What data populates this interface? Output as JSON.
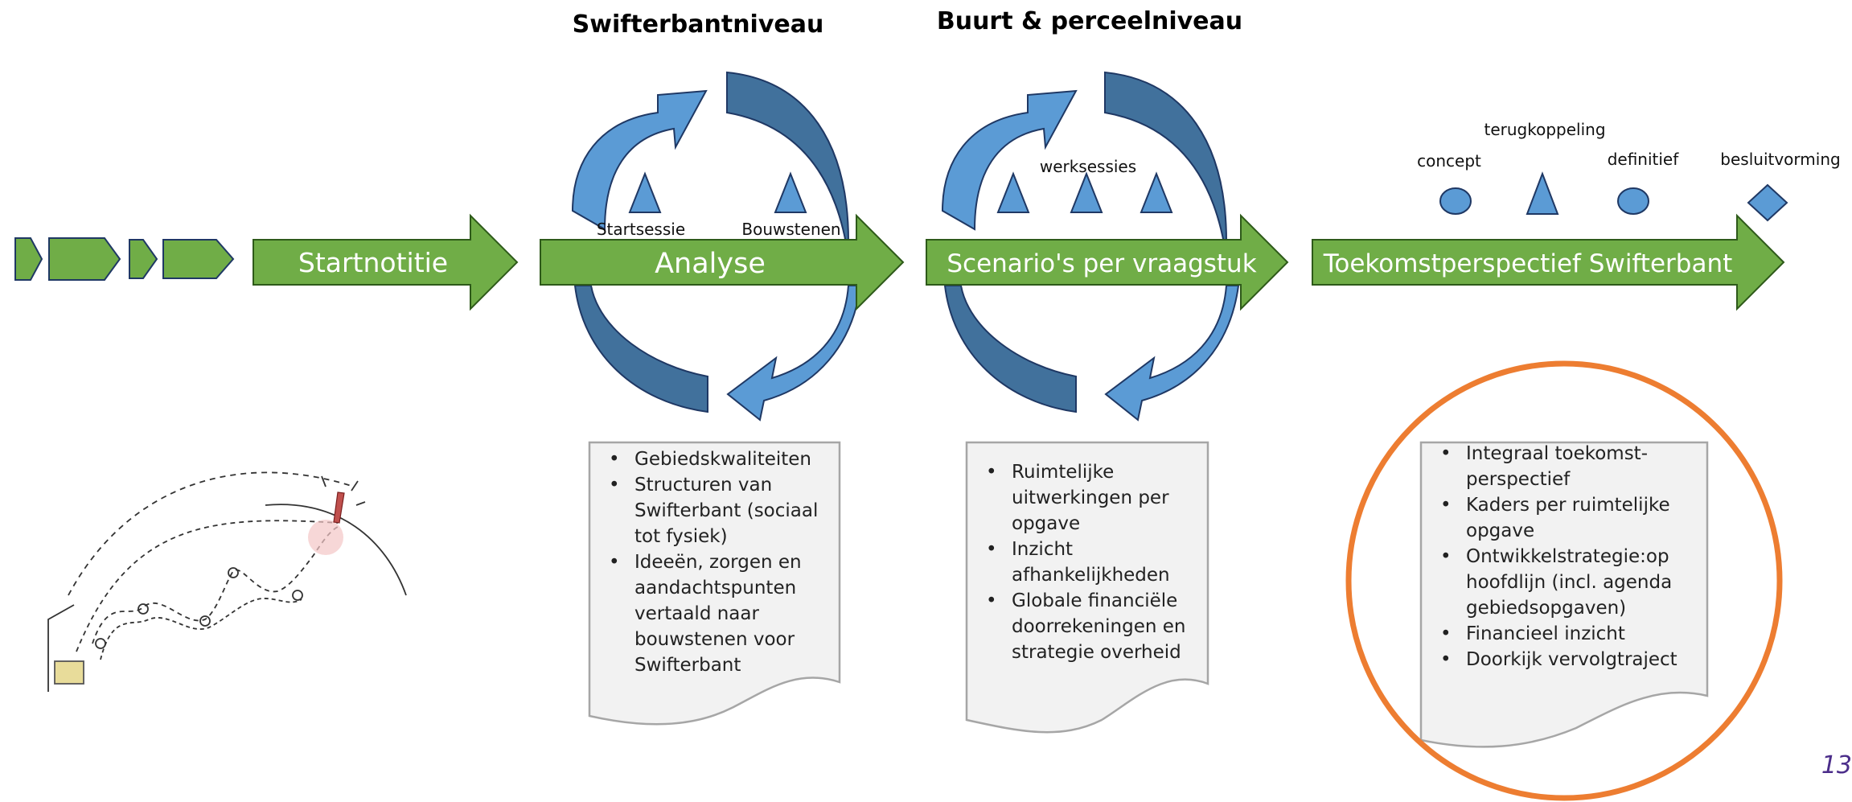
{
  "headers": {
    "swifterbant_level": "Swifterbantniveau",
    "buurt_level": "Buurt & perceelniveau"
  },
  "phases": {
    "startnotitie": "Startnotitie",
    "analyse": "Analyse",
    "scenarios": "Scenario's per vraagstuk",
    "toekomst": "Toekomstperspectief Swifterbant"
  },
  "analyse_labels": {
    "startsessie": "Startsessie",
    "bouwstenen": "Bouwstenen"
  },
  "scenario_labels": {
    "werksessies": "werksessies"
  },
  "toekomst_labels": {
    "concept": "concept",
    "terugkoppeling": "terugkoppeling",
    "definitief": "definitief",
    "besluitvorming": "besluitvorming"
  },
  "docs": {
    "analyse": [
      "Gebiedskwaliteiten",
      "Structuren van Swifterbant (sociaal tot fysiek)",
      "Ideeën, zorgen en aandachtspunten vertaald naar bouwstenen voor Swifterbant"
    ],
    "scenarios": [
      "Ruimtelijke uitwerkingen per opgave",
      "Inzicht afhankelijkheden",
      "Globale financiële doorrekeningen en strategie overheid"
    ],
    "toekomst": [
      "Integraal toekomst-perspectief",
      "Kaders per ruimtelijke opgave",
      "Ontwikkelstrategie:op hoofdlijn (incl. agenda gebiedsopgaven)",
      "Financieel inzicht",
      "Doorkijk vervolgtraject"
    ]
  },
  "page_number": "13",
  "colors": {
    "green_fill": "#70ad47",
    "green_stroke": "#2e5a1a",
    "blue_light": "#5b9bd5",
    "blue_dark": "#41719c",
    "blue_stroke": "#1f3864",
    "doc_fill": "#f2f2f2",
    "doc_stroke": "#a6a6a6",
    "circle_orange": "#ed7d31"
  }
}
